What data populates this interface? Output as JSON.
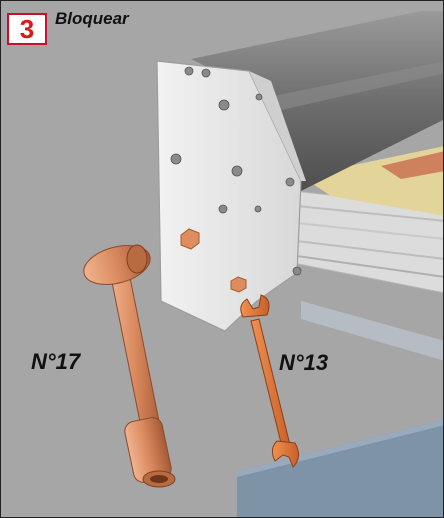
{
  "step": {
    "number": "3",
    "title": "Bloquear"
  },
  "tools": [
    {
      "label": "N°17",
      "type": "socket-wrench"
    },
    {
      "label": "N°13",
      "type": "open-end-wrench"
    }
  ],
  "colors": {
    "background": "#a6a6a6",
    "badge_border": "#c8102e",
    "badge_number": "#e01515",
    "tool_copper": "#d9885e",
    "plate": "#e9e9e9",
    "roller_dark": "#7d7d7d",
    "fabric": "#e3d59a",
    "floor_panel": "#7f93a6"
  }
}
